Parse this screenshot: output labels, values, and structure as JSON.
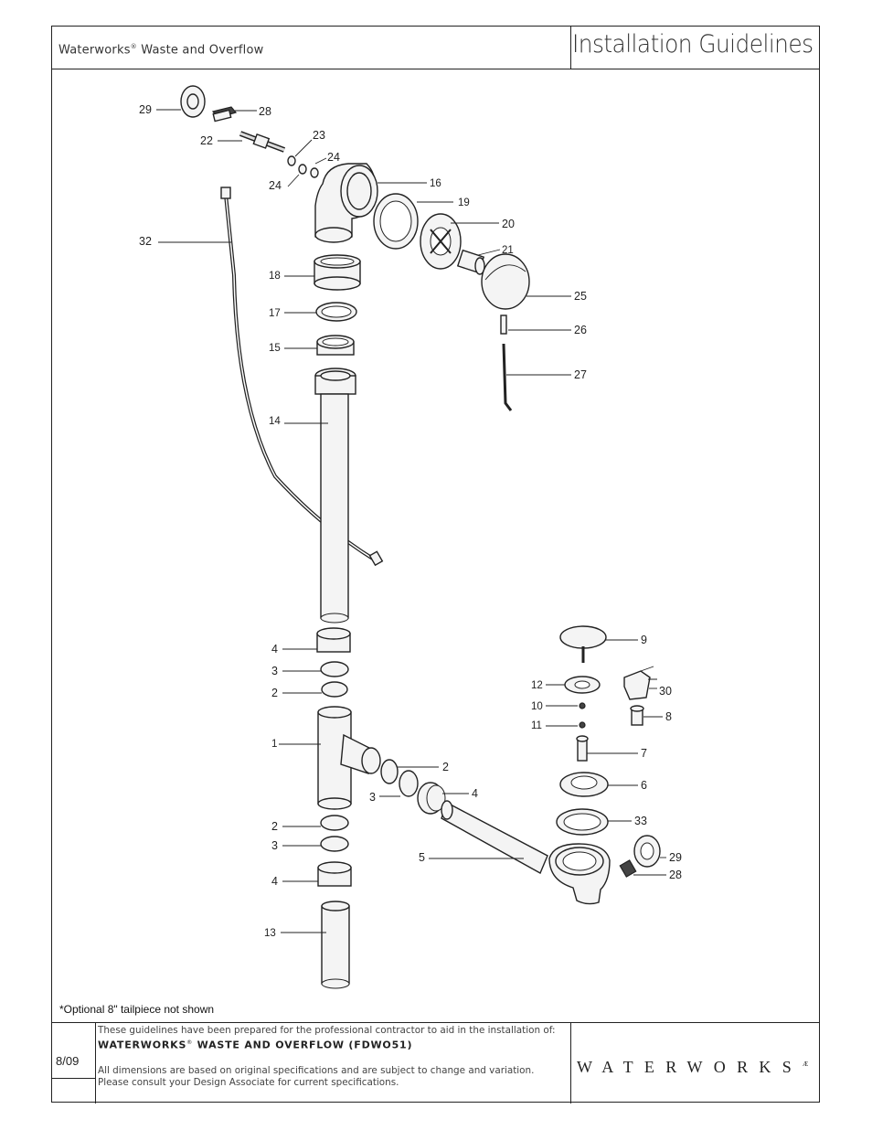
{
  "header": {
    "brand": "Waterworks",
    "reg": "®",
    "product": "Waste and Overflow",
    "title": "Installation Guidelines"
  },
  "diagram": {
    "labels": {
      "p29a": "29",
      "p28a": "28",
      "p22": "22",
      "p23": "23",
      "p24a": "24",
      "p24b": "24",
      "p16": "16",
      "p19": "19",
      "p20": "20",
      "p21": "21",
      "p25": "25",
      "p26": "26",
      "p27": "27",
      "p32": "32",
      "p18": "18",
      "p17": "17",
      "p15": "15",
      "p14": "14",
      "p4a": "4",
      "p3a": "3",
      "p2a": "2",
      "p1": "1",
      "p2b": "2",
      "p3b": "3",
      "p4b": "4",
      "p2c": "2",
      "p3c": "3",
      "p4c": "4",
      "p13": "13",
      "p5": "5",
      "p9": "9",
      "p12": "12",
      "p30": "30",
      "p10": "10",
      "p11": "11",
      "p8": "8",
      "p7": "7",
      "p6": "6",
      "p33": "33",
      "p29b": "29",
      "p28b": "28"
    }
  },
  "note": "*Optional 8\" tailpiece not shown",
  "footer": {
    "date": "8/09",
    "intro": "These guidelines have been prepared for the professional contractor to aid in the installation of:",
    "product_name": "WATERWORKS",
    "product_reg": "®",
    "product_rest": " WASTE AND OVERFLOW (FDWO51)",
    "disclaimer_line1": "All dimensions are based on original specifications and are subject to change and variation.",
    "disclaimer_line2": "Please consult your Design Associate for current specifications.",
    "logo_text": "WATERWORKS",
    "logo_mark": "Æ"
  }
}
